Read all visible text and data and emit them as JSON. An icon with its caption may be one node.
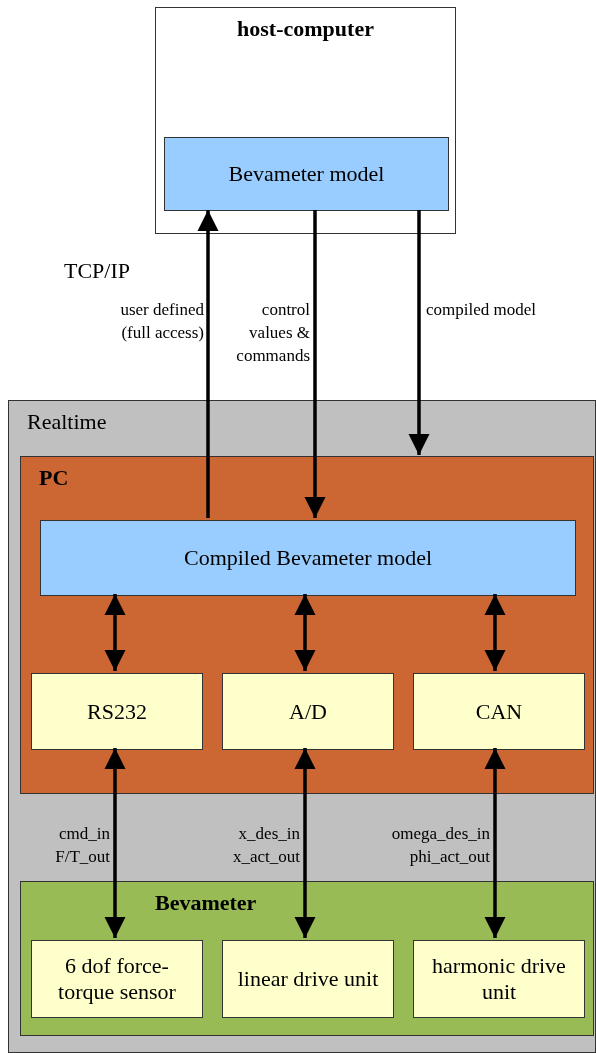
{
  "diagram": {
    "nodes": [
      {
        "text": [
          "host-computer"
        ]
      },
      {
        "text": [
          "Bevameter model"
        ],
        "in": 0
      },
      {
        "text": [
          "Realtime"
        ]
      },
      {
        "text": [
          "PC"
        ],
        "in": 2
      },
      {
        "text": [
          "Compiled Bevameter model"
        ],
        "in": 3
      },
      {
        "text": [
          "RS232"
        ],
        "in": 3
      },
      {
        "text": [
          "A/D"
        ],
        "in": 3
      },
      {
        "text": [
          "CAN"
        ],
        "in": 3
      },
      {
        "text": [
          "Bevameter"
        ],
        "in": 2
      },
      {
        "text": [
          "6 dof force-torque sensor"
        ],
        "in": 8
      },
      {
        "text": [
          "linear drive unit"
        ],
        "in": 8
      },
      {
        "text": [
          "harmonic drive unit"
        ],
        "in": 8
      }
    ],
    "edges": [
      {
        "from": 4,
        "to": 1,
        "arrow": "to",
        "label": "user defined (full access)"
      },
      {
        "from": 1,
        "to": 4,
        "arrow": "to",
        "label": "control values & commands"
      },
      {
        "from": 1,
        "to": 3,
        "arrow": "to",
        "label": "compiled model"
      },
      {
        "from": 4,
        "to": 5,
        "arrow": "both"
      },
      {
        "from": 4,
        "to": 6,
        "arrow": "both"
      },
      {
        "from": 4,
        "to": 7,
        "arrow": "both"
      },
      {
        "from": 5,
        "to": 9,
        "arrow": "both",
        "label": "cmd_in F/T_out"
      },
      {
        "from": 6,
        "to": 10,
        "arrow": "both",
        "label": "x_des_in x_act_out"
      },
      {
        "from": 7,
        "to": 11,
        "arrow": "both",
        "label": "omega_des_in phi_act_out"
      }
    ],
    "labels": [
      "TCP/IP"
    ]
  }
}
